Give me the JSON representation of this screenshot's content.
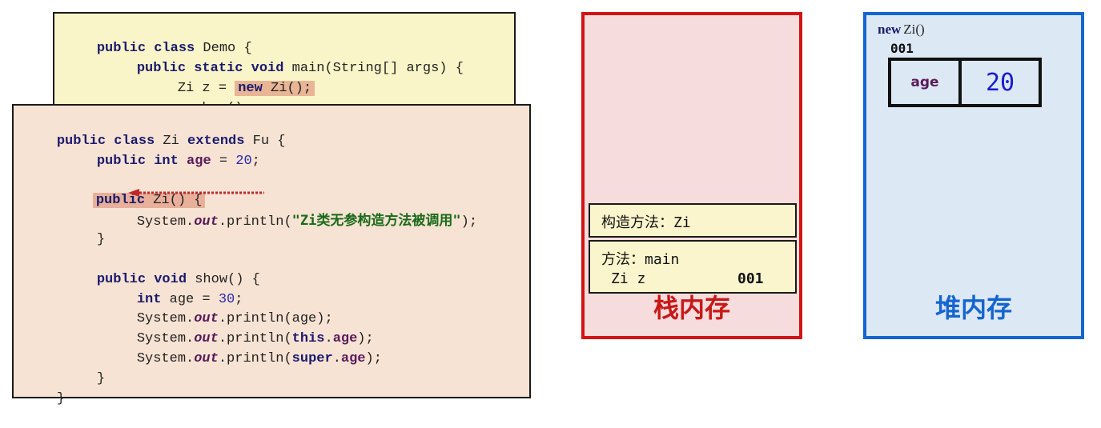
{
  "demo_code": {
    "line1": {
      "kw": "public class",
      "rest": " Demo {"
    },
    "line2": {
      "kw": "public static void",
      "rest": " main(String[] args) {"
    },
    "line3": {
      "pre": "Zi z = ",
      "kw": "new",
      "rest": " Zi();"
    },
    "line4": {
      "text": "z.show();"
    }
  },
  "zi_code": {
    "line1": {
      "kw1": "public class",
      "mid": " Zi ",
      "kw2": "extends",
      "rest": " Fu {"
    },
    "line2": {
      "kw": "public int",
      "field": "age",
      "eq": " = ",
      "num": "20",
      "end": ";"
    },
    "line3": {
      "kw": "public",
      "rest": " Zi() {"
    },
    "line4": {
      "pre": "System.",
      "out": "out",
      "mid": ".println(",
      "str": "\"Zi类无参构造方法被调用\"",
      "end": ");"
    },
    "line5": {
      "text": "}"
    },
    "line6": {
      "kw": "public void",
      "rest": " show() {"
    },
    "line7": {
      "kw": "int",
      "mid": " age = ",
      "num": "30",
      "end": ";"
    },
    "line8": {
      "pre": "System.",
      "out": "out",
      "rest": ".println(age);"
    },
    "line9": {
      "pre": "System.",
      "out": "out",
      "mid": ".println(",
      "kw": "this",
      "dot": ".",
      "field": "age",
      "end": ");"
    },
    "line10": {
      "pre": "System.",
      "out": "out",
      "mid": ".println(",
      "kw": "super",
      "dot": ".",
      "field": "age",
      "end": ");"
    },
    "line11": {
      "text": "}"
    },
    "line12": {
      "text": "}"
    }
  },
  "stack": {
    "label": "栈内存",
    "color": "#d21414",
    "frames": [
      {
        "title": "构造方法：Zi"
      },
      {
        "title": "方法：main",
        "var_name": "Zi z",
        "var_value": "001"
      }
    ]
  },
  "heap": {
    "label": "堆内存",
    "color": "#1565d0",
    "object": {
      "new_kw": "new",
      "class_call": "Zi()",
      "address": "001",
      "field_name": "age",
      "field_value": "20"
    }
  }
}
